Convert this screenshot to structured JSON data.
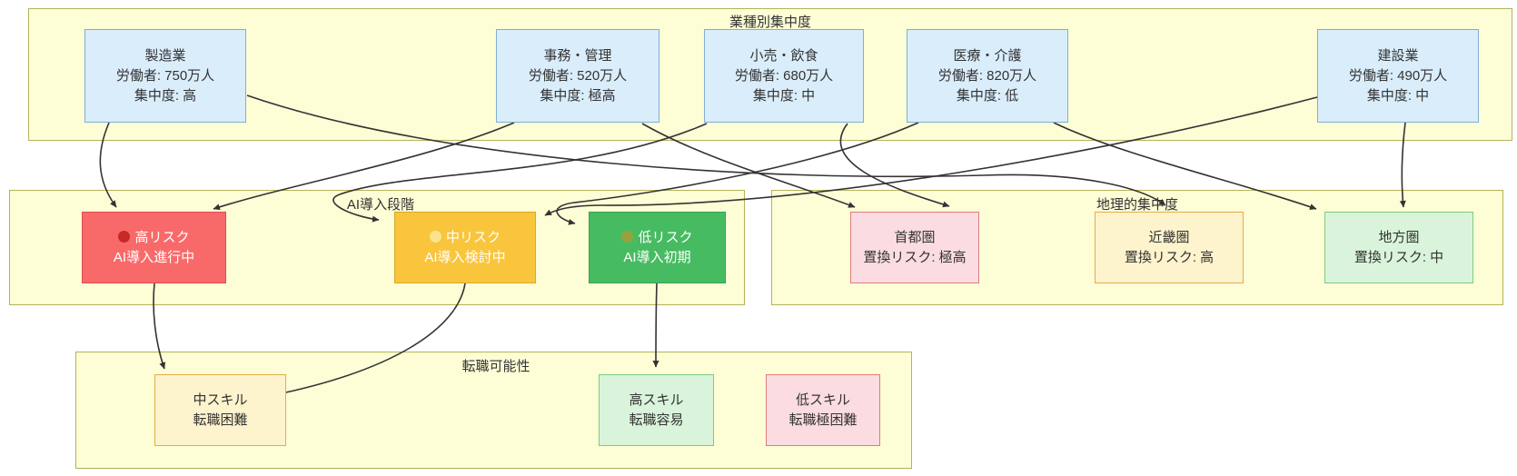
{
  "palette": {
    "canvas-bg": "#ffffff",
    "edge": "#333333",
    "node-text": "#333333",
    "risk-text": "#ffffff",
    "group-fill": "#fdfdd6",
    "group-stroke": "#b3b35c",
    "industry-fill": "#daedfb",
    "industry-stroke": "#7fafd4",
    "high-fill": "#f86a6a",
    "high-stroke": "#d94f4f",
    "mid-fill": "#f8c53c",
    "mid-stroke": "#dca825",
    "low-fill": "#47bb61",
    "low-stroke": "#389e51",
    "pink-fill": "#fbdce0",
    "pink-stroke": "#dc7d80",
    "cream-fill": "#fdf3cd",
    "cream-stroke": "#e2ae47",
    "mint-fill": "#d9f4da",
    "mint-stroke": "#7fca84"
  },
  "groups": [
    {
      "label": "業種別集中度",
      "nodes": [
        {
          "lines": [
            "製造業",
            "労働者: 750万人",
            "集中度: 高"
          ]
        },
        {
          "lines": [
            "事務・管理",
            "労働者: 520万人",
            "集中度: 極高"
          ]
        },
        {
          "lines": [
            "小売・飲食",
            "労働者: 680万人",
            "集中度: 中"
          ]
        },
        {
          "lines": [
            "医療・介護",
            "労働者: 820万人",
            "集中度: 低"
          ]
        },
        {
          "lines": [
            "建設業",
            "労働者: 490万人",
            "集中度: 中"
          ]
        }
      ]
    },
    {
      "label": "AI導入段階",
      "nodes": [
        {
          "icon": "red-circle",
          "icon_color": "#c62828",
          "lines": [
            "高リスク",
            "AI導入進行中"
          ]
        },
        {
          "icon": "yellow-circle",
          "icon_color": "#fbe38e",
          "lines": [
            "中リスク",
            "AI導入検討中"
          ]
        },
        {
          "icon": "green-circle",
          "icon_color": "#97a23c",
          "lines": [
            "低リスク",
            "AI導入初期"
          ]
        }
      ]
    },
    {
      "label": "地理的集中度",
      "nodes": [
        {
          "lines": [
            "首都圏",
            "置換リスク: 極高"
          ]
        },
        {
          "lines": [
            "近畿圏",
            "置換リスク: 高"
          ]
        },
        {
          "lines": [
            "地方圏",
            "置換リスク: 中"
          ]
        }
      ]
    },
    {
      "label": "転職可能性",
      "nodes": [
        {
          "lines": [
            "中スキル",
            "転職困難"
          ]
        },
        {
          "lines": [
            "高スキル",
            "転職容易"
          ]
        },
        {
          "lines": [
            "低スキル",
            "転職極困難"
          ]
        }
      ]
    }
  ],
  "edges": [
    {
      "from": "製造業",
      "to": "高リスク"
    },
    {
      "from": "事務・管理",
      "to": "高リスク"
    },
    {
      "from": "小売・飲食",
      "to": "中リスク"
    },
    {
      "from": "建設業",
      "to": "中リスク"
    },
    {
      "from": "医療・介護",
      "to": "低リスク"
    },
    {
      "from": "事務・管理",
      "to": "首都圏"
    },
    {
      "from": "小売・飲食",
      "to": "首都圏"
    },
    {
      "from": "製造業",
      "to": "近畿圏"
    },
    {
      "from": "医療・介護",
      "to": "地方圏"
    },
    {
      "from": "建設業",
      "to": "地方圏"
    },
    {
      "from": "高リスク",
      "to": "中スキル"
    },
    {
      "from": "中リスク",
      "to": "中スキル"
    },
    {
      "from": "低リスク",
      "to": "高スキル"
    }
  ]
}
